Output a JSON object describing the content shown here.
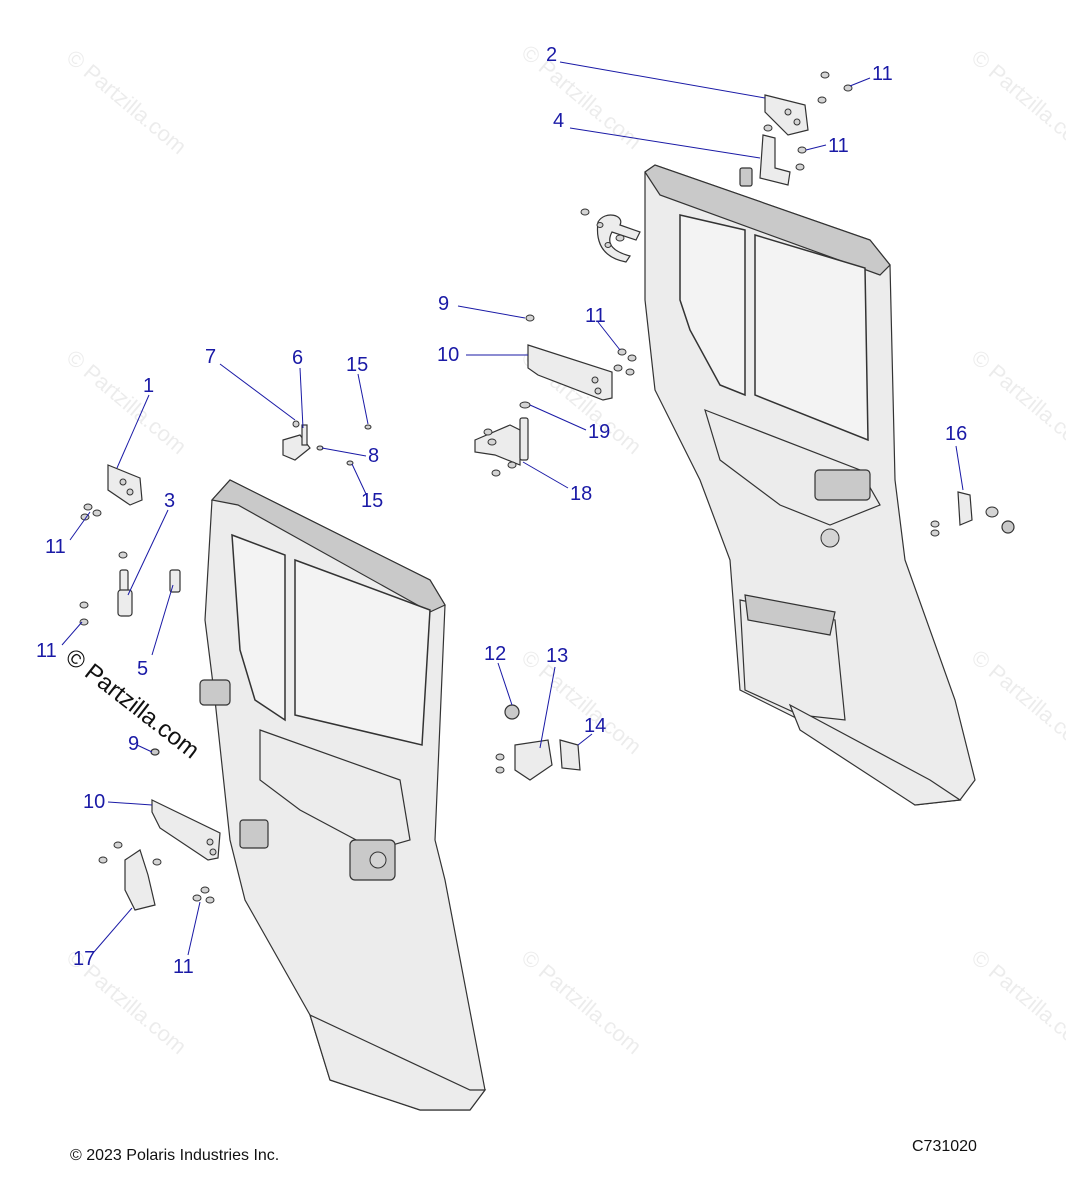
{
  "watermark": {
    "faint_text": "© Partzilla.com",
    "strong_text": "© Partzilla.com"
  },
  "callouts": {
    "c1": "1",
    "c2": "2",
    "c3": "3",
    "c4": "4",
    "c5": "5",
    "c6": "6",
    "c7": "7",
    "c8": "8",
    "c9a": "9",
    "c9b": "9",
    "c10a": "10",
    "c10b": "10",
    "c11a": "11",
    "c11b": "11",
    "c11c": "11",
    "c11d": "11",
    "c11e": "11",
    "c11f": "11",
    "c12": "12",
    "c13": "13",
    "c14": "14",
    "c15a": "15",
    "c15b": "15",
    "c16": "16",
    "c17": "17",
    "c18": "18",
    "c19": "19"
  },
  "footer": {
    "copyright": "© 2023 Polaris Industries Inc.",
    "diagram_code": "C731020"
  },
  "colors": {
    "callout": "#1a1aa6",
    "line_art": "#333333"
  }
}
